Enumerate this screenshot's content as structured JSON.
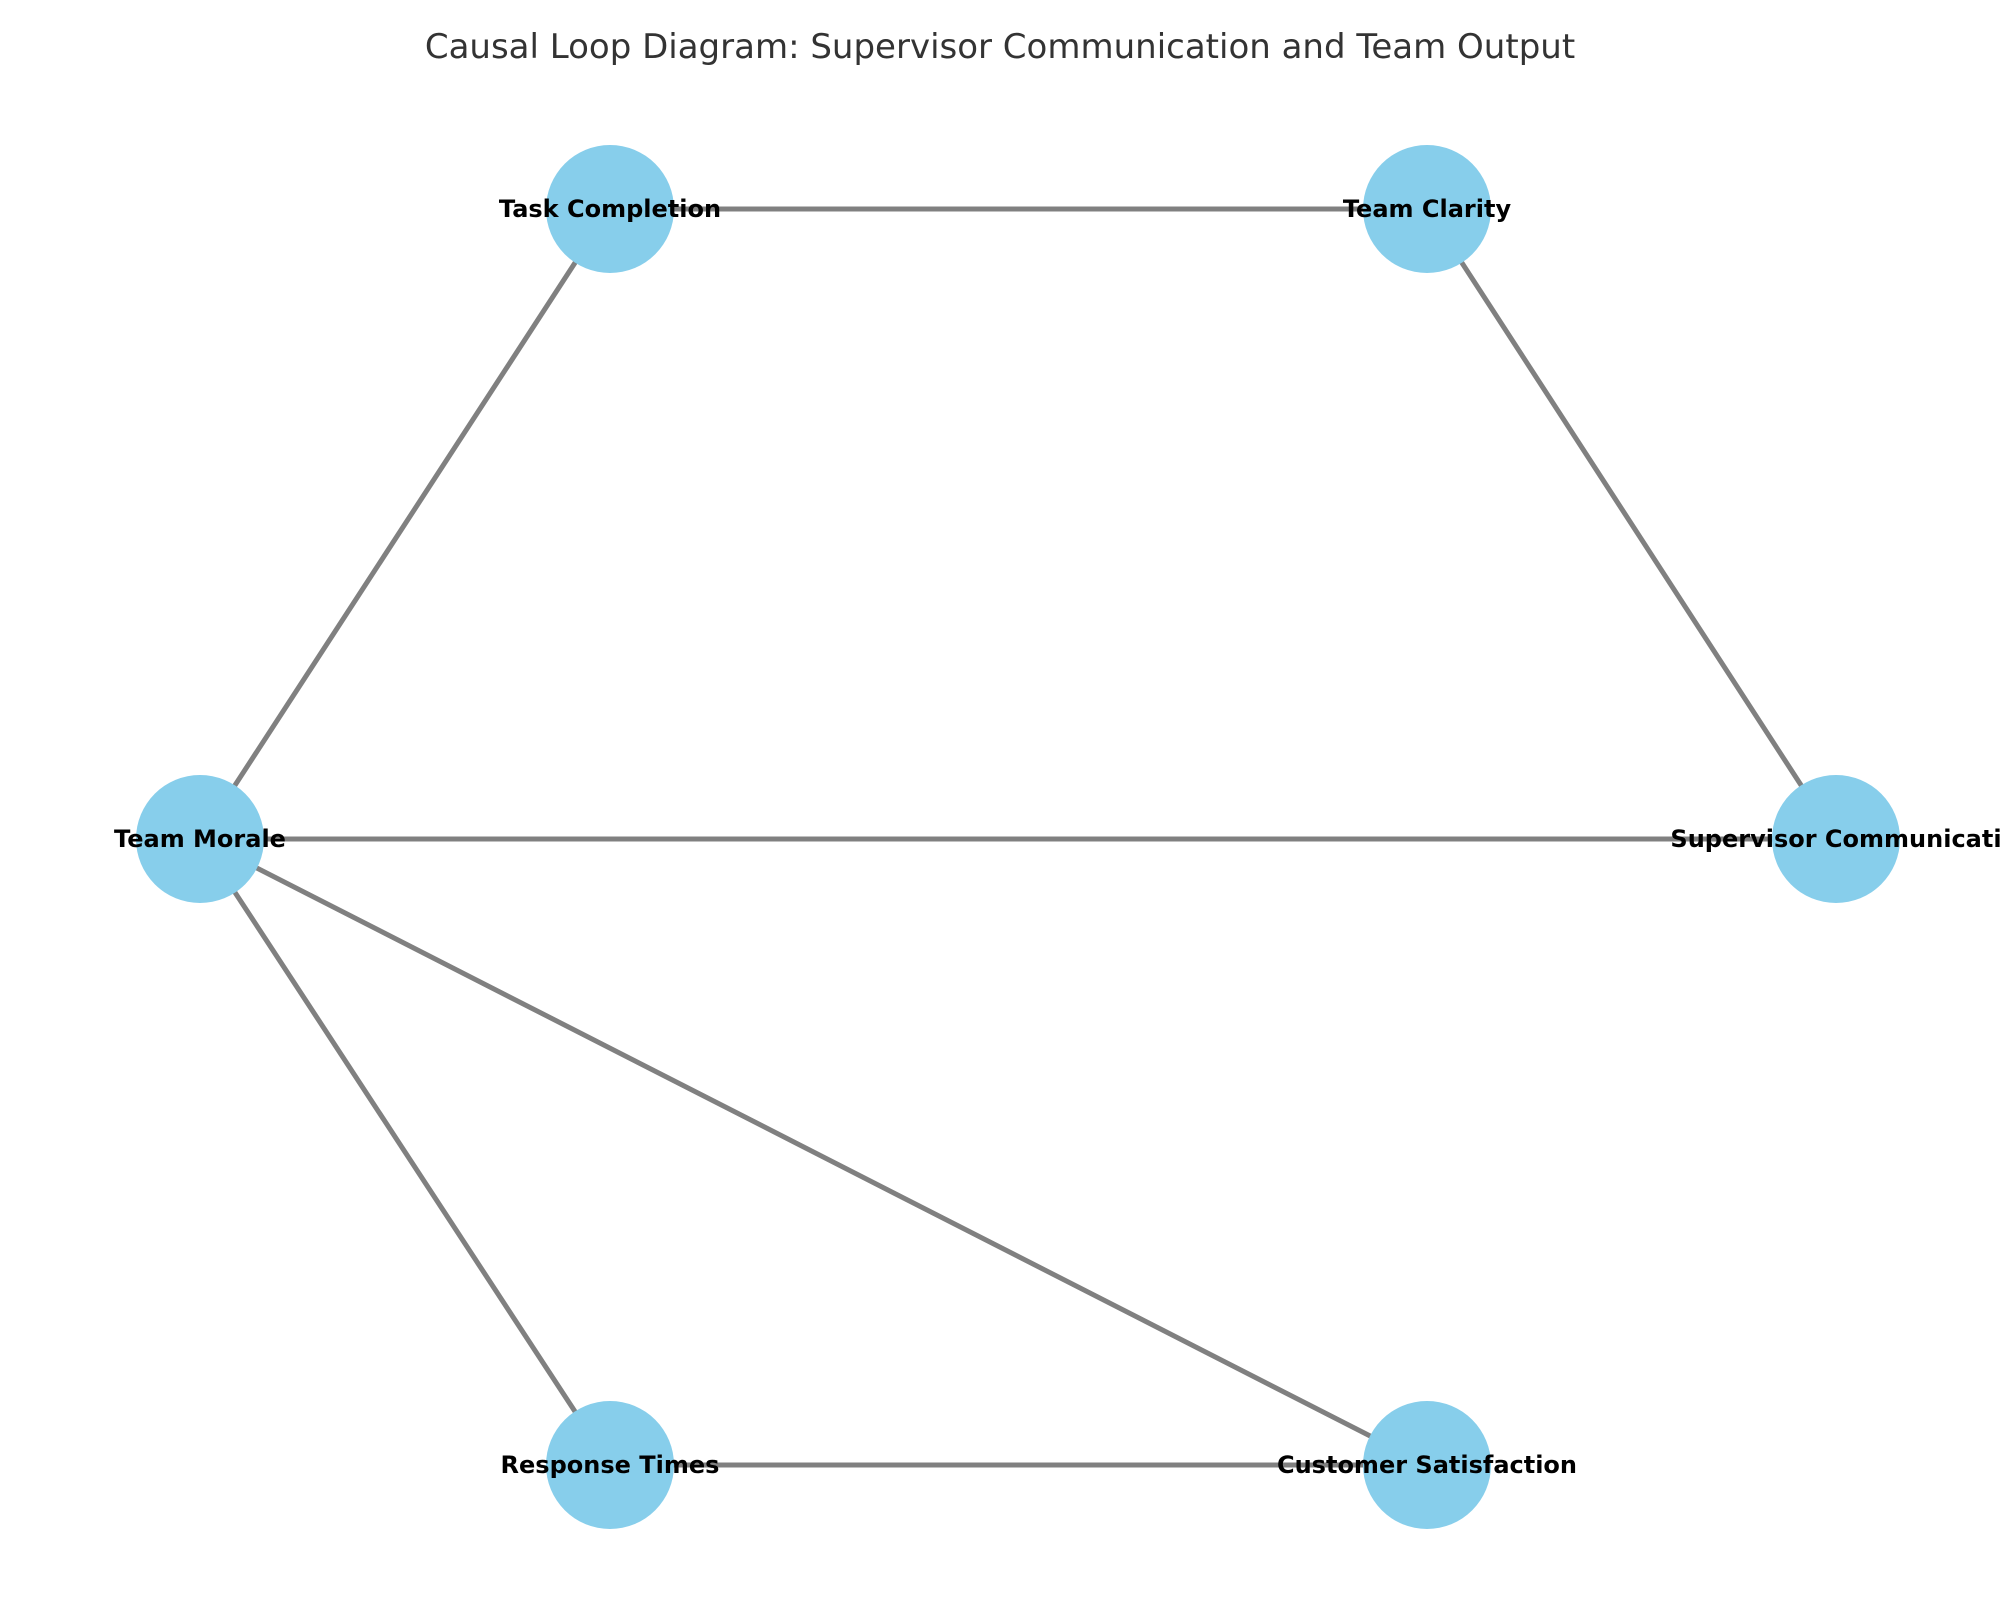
{
  "diagram": {
    "title": "Causal Loop Diagram: Supervisor Communication and Team Output",
    "colors": {
      "node_fill": "#87CEEB",
      "edge": "#808080",
      "label": "#000000",
      "title": "#333333",
      "background": "#FFFFFF"
    },
    "nodes": [
      {
        "id": "task_completion",
        "label": "Task Completion"
      },
      {
        "id": "team_clarity",
        "label": "Team Clarity"
      },
      {
        "id": "team_morale",
        "label": "Team Morale"
      },
      {
        "id": "supervisor_communication",
        "label": "Supervisor Communicati"
      },
      {
        "id": "response_times",
        "label": "Response Times"
      },
      {
        "id": "customer_satisfaction",
        "label": "Customer Satisfaction"
      }
    ],
    "edges": [
      {
        "from": "task_completion",
        "to": "team_clarity"
      },
      {
        "from": "team_clarity",
        "to": "supervisor_communication"
      },
      {
        "from": "team_morale",
        "to": "task_completion"
      },
      {
        "from": "team_morale",
        "to": "supervisor_communication"
      },
      {
        "from": "team_morale",
        "to": "response_times"
      },
      {
        "from": "team_morale",
        "to": "customer_satisfaction"
      },
      {
        "from": "response_times",
        "to": "customer_satisfaction"
      }
    ]
  }
}
